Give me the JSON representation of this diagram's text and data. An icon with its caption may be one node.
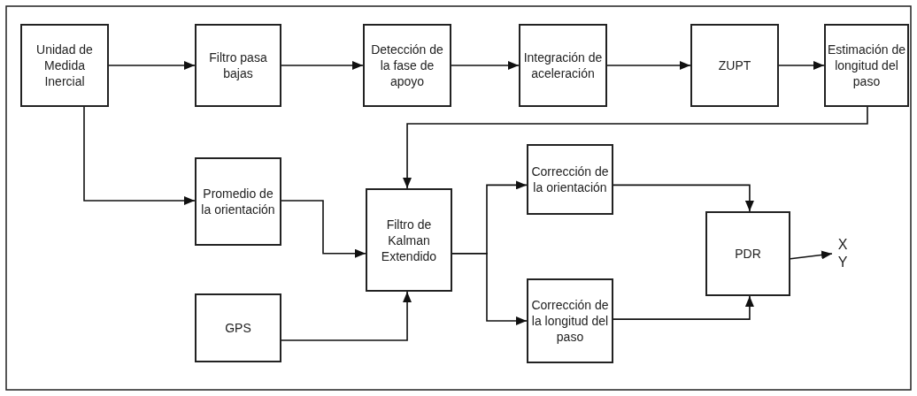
{
  "diagram": {
    "nodes": [
      {
        "text": [
          "Unidad de Medida Inercial"
        ]
      },
      {
        "text": [
          "Filtro pasa bajas"
        ]
      },
      {
        "text": [
          "Detección de la fase de apoyo"
        ]
      },
      {
        "text": [
          "Integración de aceleración"
        ]
      },
      {
        "text": [
          "ZUPT"
        ]
      },
      {
        "text": [
          "Estimación de longitud del paso"
        ]
      },
      {
        "text": [
          "Promedio de la orientación"
        ]
      },
      {
        "text": [
          "Filtro de Kalman Extendido"
        ]
      },
      {
        "text": [
          "Corrección de la orientación"
        ]
      },
      {
        "text": [
          "Corrección de la longitud del paso"
        ]
      },
      {
        "text": [
          "GPS"
        ]
      },
      {
        "text": [
          "PDR"
        ]
      },
      {
        "text": [
          "X Y"
        ]
      }
    ],
    "edges": [
      {
        "from": 0,
        "to": 1,
        "arrow": "to"
      },
      {
        "from": 1,
        "to": 2,
        "arrow": "to"
      },
      {
        "from": 2,
        "to": 3,
        "arrow": "to"
      },
      {
        "from": 3,
        "to": 4,
        "arrow": "to"
      },
      {
        "from": 4,
        "to": 5,
        "arrow": "to"
      },
      {
        "from": 5,
        "to": 7,
        "arrow": "to"
      },
      {
        "from": 0,
        "to": 6,
        "arrow": "to"
      },
      {
        "from": 6,
        "to": 7,
        "arrow": "to"
      },
      {
        "from": 10,
        "to": 7,
        "arrow": "to"
      },
      {
        "from": 7,
        "to": 8,
        "arrow": "to"
      },
      {
        "from": 7,
        "to": 9,
        "arrow": "to"
      },
      {
        "from": 8,
        "to": 11,
        "arrow": "to"
      },
      {
        "from": 9,
        "to": 11,
        "arrow": "to"
      },
      {
        "from": 11,
        "to": 12,
        "arrow": "to"
      }
    ]
  }
}
